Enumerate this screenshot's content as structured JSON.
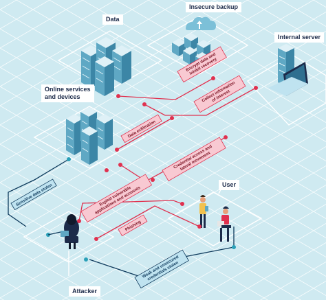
{
  "colors": {
    "background": "#cfeaf1",
    "grid": "#ffffff",
    "attack_path": "#e0314f",
    "label_fill": "#f8c9d2",
    "label_border": "#e0314f",
    "exfil_path": "#0e3a5c",
    "exfil_fill": "#bfe3f0",
    "server_blue": "#5fa8c4",
    "server_light": "#dff1f7",
    "dark": "#1c2b4a"
  },
  "nodes": {
    "data": "Data",
    "insecure_backup": "Insecure backup",
    "internal_server": "Internal server",
    "online_services": "Online services\nand devices",
    "user": "User",
    "attacker": "Attacker"
  },
  "steps": {
    "encrypt": "Encrypt data and\ninhibit recovery",
    "collect": "Collect information\nof interest",
    "exfiltration": "Data exfiltration",
    "credential": "Credential access and\nlateral movement",
    "exploit": "Exploit vulnerable\napplications and accounts",
    "phishing": "Phishing",
    "sensitive_stolen": "Sensitive data stolen",
    "weak_credentials": "Weak and unsecured\ncredentials stolen"
  }
}
